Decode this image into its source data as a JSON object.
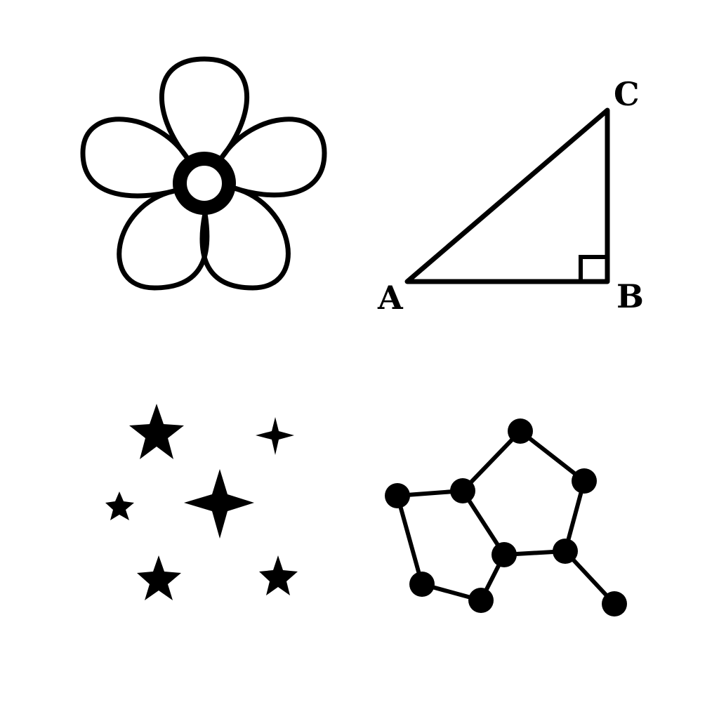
{
  "colors": {
    "ink": "#000000",
    "background": "#ffffff"
  },
  "icons": [
    "flower-icon",
    "right-triangle-icon",
    "stars-icon",
    "molecule-network-icon"
  ],
  "triangle": {
    "vertex_a": "A",
    "vertex_b": "B",
    "vertex_c": "C"
  }
}
